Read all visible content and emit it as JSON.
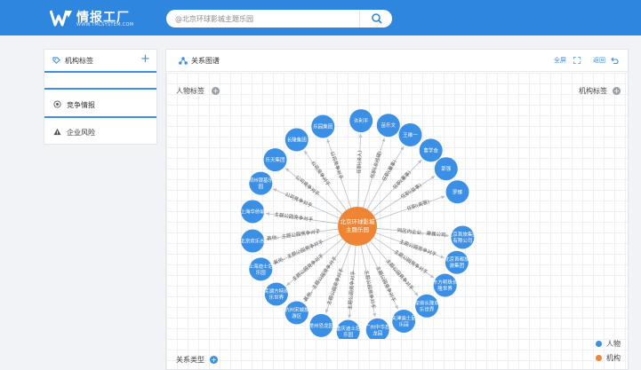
{
  "app": {
    "logo_cn": "情报工厂",
    "logo_en": "WWW.TMLSYSTEM.COM"
  },
  "search": {
    "value": "",
    "placeholder": "@北京环球影城主题乐园"
  },
  "sidebar": {
    "header_label": "机构标签",
    "add_symbol": "+",
    "items": [
      {
        "label": "竞争情报",
        "icon": "target-icon"
      },
      {
        "label": "企业风险",
        "icon": "warning-icon"
      }
    ]
  },
  "main": {
    "title": "关系图谱",
    "fullscreen_label": "全屏",
    "back_label": "返回",
    "person_tag_label": "人物标签",
    "org_tag_label": "机构标签",
    "relation_type_label": "关系类型",
    "legend": [
      {
        "label": "人物",
        "color": "#3b8fe4"
      },
      {
        "label": "机构",
        "color": "#ee8434"
      }
    ]
  },
  "graph": {
    "center": {
      "label_line1": "北京环球影城",
      "label_line2": "主题乐园",
      "color": "#ee8434"
    },
    "person_color": "#3b8fe4",
    "nodes": [
      {
        "line1": "许利平",
        "line2": "",
        "edge": "任职(法人)",
        "angle": -88
      },
      {
        "line1": "苗乐文",
        "line2": "",
        "edge": "任职(总经理)",
        "angle": -73
      },
      {
        "line1": "王维一",
        "line2": "",
        "edge": "任职(董事)",
        "angle": -60
      },
      {
        "line1": "曹学金",
        "line2": "",
        "edge": "任职(董事)",
        "angle": -46
      },
      {
        "line1": "郭强",
        "line2": "",
        "edge": "任职(监事)",
        "angle": -33
      },
      {
        "line1": "罗臻",
        "line2": "",
        "edge": "任职(高管)",
        "angle": -19
      },
      {
        "line1": "北京首旅集团",
        "line2": "有限公司",
        "edge": "同区内企业、康属公司",
        "angle": 6
      },
      {
        "line1": "北京首都旅",
        "line2": "游集团",
        "edge": "主题公园竞争对手",
        "angle": 20
      },
      {
        "line1": "东方明珠长",
        "line2": "隆世界",
        "edge": "主题公园竞争对手",
        "angle": 34
      },
      {
        "line1": "深圳长隆欢",
        "line2": "乐世界",
        "edge": "主题公园竞争对手",
        "angle": 49
      },
      {
        "line1": "天津迪士尼",
        "line2": "乐园",
        "edge": "主题公园竞争对手",
        "angle": 64
      },
      {
        "line1": "广州中华恐",
        "line2": "龙园",
        "edge": "主题公园竞争对手",
        "angle": 79
      },
      {
        "line1": "重庆迪士尼",
        "line2": "乐园",
        "edge": "主题公园竞争对手",
        "angle": 95
      },
      {
        "line1": "常州恐龙园",
        "line2": "",
        "edge": "主题公园竞争对手",
        "angle": 110
      },
      {
        "line1": "杭州宋城旅",
        "line2": "游区",
        "edge": "其他、主题公园竞争对手",
        "angle": 125
      },
      {
        "line1": "芜湖方特欢",
        "line2": "乐世界",
        "edge": "主题公园竞争对手",
        "angle": 140
      },
      {
        "line1": "上海迪士尼",
        "line2": "乐园",
        "edge": "其他、主题公园竞争对手",
        "angle": 156
      },
      {
        "line1": "北京欢乐谷",
        "line2": "",
        "edge": "其他、主题公园竞争对手",
        "angle": 172
      },
      {
        "line1": "上海华侨城",
        "line2": "",
        "edge": "主题公园竞争对手",
        "angle": 188
      },
      {
        "line1": "郑州银基乐",
        "line2": "园",
        "edge": "公司竞争对手",
        "angle": 204
      },
      {
        "line1": "乐天集团",
        "line2": "",
        "edge": "公司竞争对手",
        "angle": 219
      },
      {
        "line1": "长隆集团",
        "line2": "",
        "edge": "公司竞争对手",
        "angle": 235
      },
      {
        "line1": "乐园集团",
        "line2": "",
        "edge": "公司竞争对手",
        "angle": 251
      }
    ]
  }
}
